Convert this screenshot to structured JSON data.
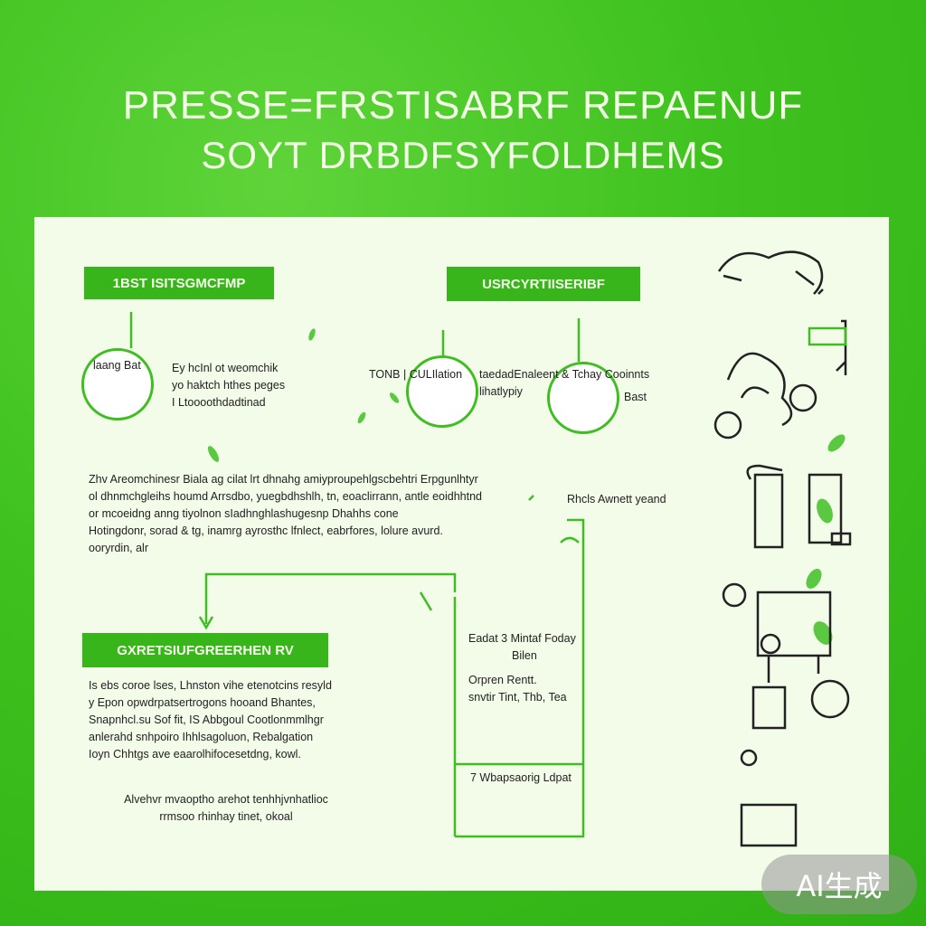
{
  "header": {
    "line1": "PRESSE=FRSTISABRF REPAENUF",
    "line2": "SOYT DRBDFSYFOLDHEMS"
  },
  "sections": {
    "tag1": "1BST ISITSGMCFMP",
    "tag2": "USRCYRTIISERIBF",
    "tag3": "GXRETSIUFGREERHEN RV"
  },
  "nodes": {
    "n1_label": "laang Bat",
    "n2_label": "TONB | CULIlation",
    "n3_label": "Bast"
  },
  "texts": {
    "block1": [
      "Ey hcInl ot weomchik",
      "yo haktch hthes peges",
      "I Ltoooothdadtinad"
    ],
    "block2": [
      "taedadEnaleent & Tchay Cooinnts",
      "lihatlypiy"
    ],
    "para": [
      "Zhv  Areomchinesr Biala ag cilat lrt dhnahg amiyproupehlgscbehtri Erpgunlhtyr",
      "ol dhnmchgleihs houmd Arrsdbo, yuegbdhshlh, tn, eoaclirrann, antle eoidhhtnd",
      "or mcoeidng  anng tiyolnon  sIadhnghlashugesnp Dhahhs cone",
      "Hotingdonr, sorad & tg, inamrg ayrosthc lfnlect, eabrfores,  lolure  avurd.",
      "ooryrdin, alr"
    ],
    "side1": "Rhcls Awnett yeand",
    "block3": [
      "Is ebs coroe lses,  Lhnston  vihe etenotcins  resyld",
      "y Epon opwdrpatsertrogons  hooand Bhantes,",
      "Snapnhcl.su Sof fit, IS Abbgoul Cootlonmmlhgr",
      "anlerahd snhpoiro Ihhlsagoluon, Rebalgation",
      "Ioyn Chhtgs ave eaarolhifocesetdng, kowl."
    ],
    "block4": [
      "Alvehvr mvaoptho arehot tenhhjvnhatlioc",
      "rrmsoo  rhinhay tinet,  okoal"
    ],
    "list1": [
      "Eadat 3 Mintaf Foday",
      "Bilen",
      "Orpren Rentt.",
      "snvtir Tint, Thb, Tea"
    ],
    "list2": [
      "7 Wbapsaorig  Ldpat"
    ]
  },
  "badge": {
    "text": "AI生成"
  },
  "colors": {
    "accent": "#37b51b",
    "panel": "#f3fbe9",
    "line": "#3fbe22"
  },
  "icons": [
    "bull-sketch-icon",
    "rider-icon",
    "cup-plant-icon",
    "garden-box-icon",
    "sprout-box-icon"
  ]
}
